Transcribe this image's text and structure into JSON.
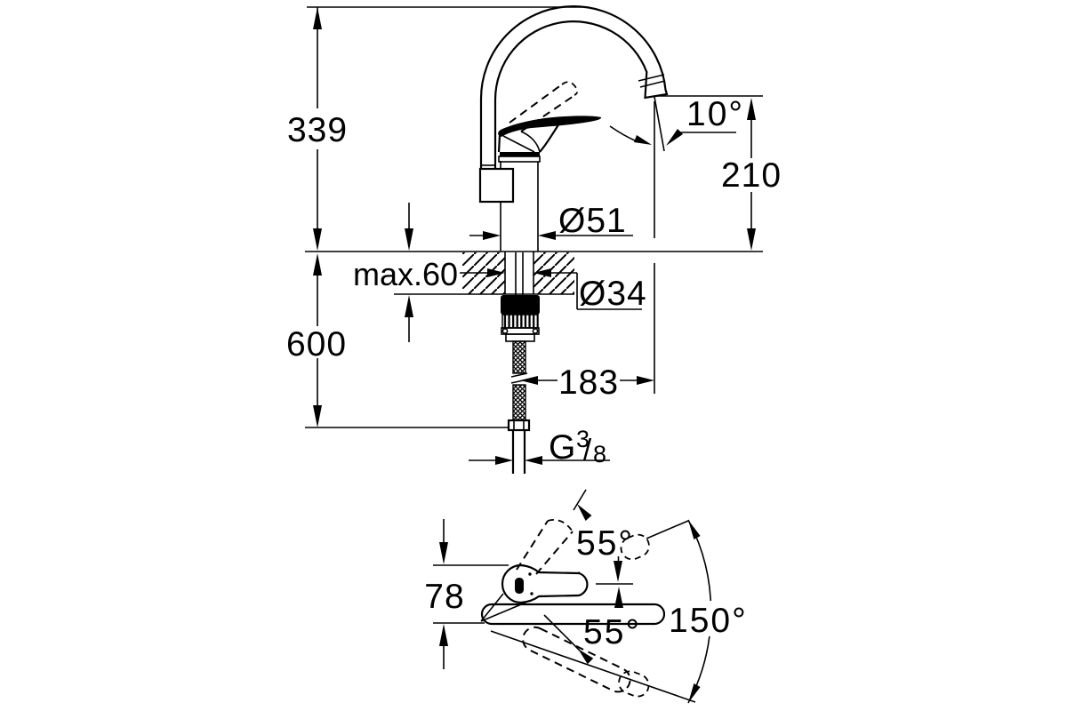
{
  "drawing": {
    "kind": "technical-dimension-drawing",
    "subject": "single-lever kitchen faucet with high arc swivel spout",
    "ink_color": "#000000",
    "background_color": "#ffffff"
  },
  "side_view": {
    "labels": {
      "overall_height": "339",
      "hose_drop": "600",
      "max_deck_thickness": "max.60",
      "body_diameter": "Ø51",
      "hole_diameter": "Ø34",
      "spout_height": "210",
      "spout_angle": "10°",
      "reach": "183",
      "thread_g": "G",
      "thread_numerator": "3",
      "thread_slash": "/",
      "thread_denominator": "8"
    }
  },
  "top_view": {
    "labels": {
      "body_width": "78",
      "handle_swing_upper": "55°",
      "handle_swing_lower": "55°",
      "spout_swivel_range": "150°"
    }
  }
}
